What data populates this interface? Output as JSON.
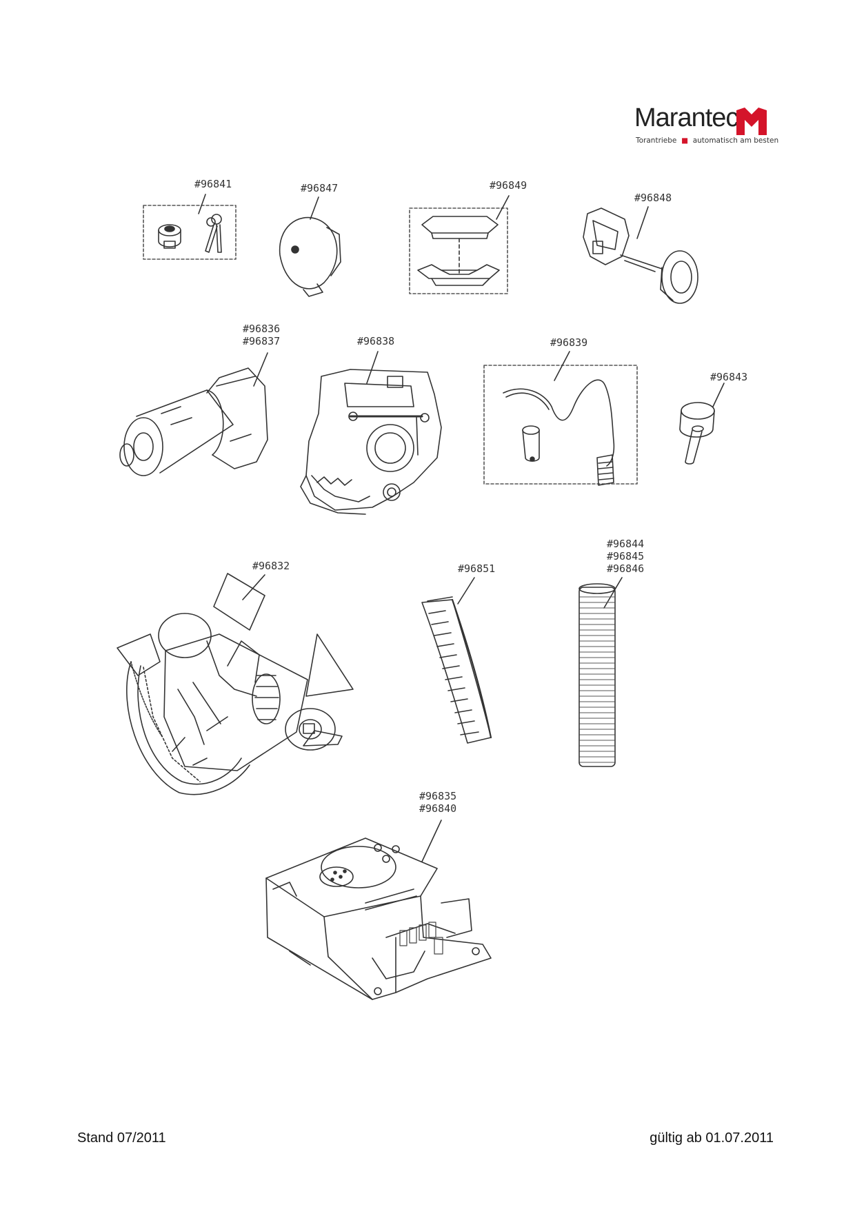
{
  "brand": {
    "name": "Marantec",
    "tagline_left": "Torantriebe",
    "tagline_right": "automatisch am besten",
    "accent": "#d4142a"
  },
  "parts": [
    {
      "id": "p96841",
      "numbers": [
        "#96841"
      ],
      "kind": "lock-cylinder-with-keys"
    },
    {
      "id": "p96847",
      "numbers": [
        "#96847"
      ],
      "kind": "round-cover"
    },
    {
      "id": "p96849",
      "numbers": [
        "#96849"
      ],
      "kind": "cover-caps"
    },
    {
      "id": "p96848",
      "numbers": [
        "#96848"
      ],
      "kind": "release-handle"
    },
    {
      "id": "p96836",
      "numbers": [
        "#96836",
        "#96837"
      ],
      "kind": "motor"
    },
    {
      "id": "p96838",
      "numbers": [
        "#96838"
      ],
      "kind": "gear-housing"
    },
    {
      "id": "p96839",
      "numbers": [
        "#96839"
      ],
      "kind": "sensor-cable"
    },
    {
      "id": "p96843",
      "numbers": [
        "#96843"
      ],
      "kind": "roller"
    },
    {
      "id": "p96832",
      "numbers": [
        "#96832"
      ],
      "kind": "drive-gear-unit"
    },
    {
      "id": "p96851",
      "numbers": [
        "#96851"
      ],
      "kind": "toothed-rack"
    },
    {
      "id": "p96844",
      "numbers": [
        "#96844",
        "#96845",
        "#96846"
      ],
      "kind": "spiral-cable"
    },
    {
      "id": "p96835",
      "numbers": [
        "#96835",
        "#96840"
      ],
      "kind": "control-unit"
    }
  ],
  "footer": {
    "left": "Stand 07/2011",
    "right": "gültig ab 01.07.2011"
  }
}
